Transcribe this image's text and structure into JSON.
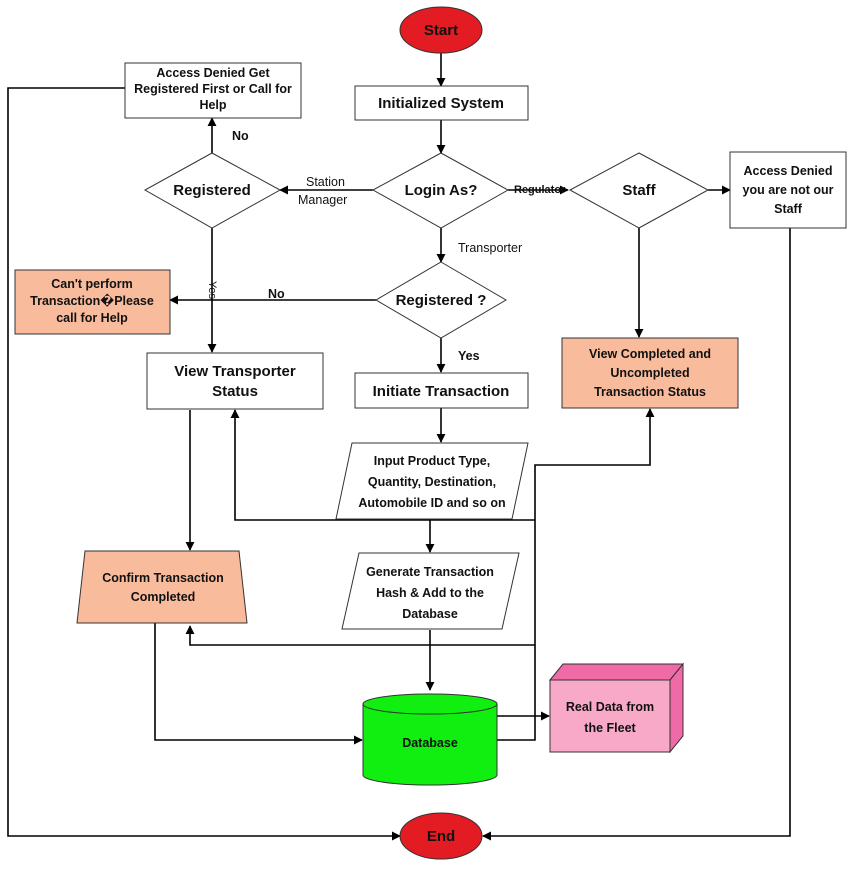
{
  "colors": {
    "terminal": "#e31b23",
    "highlight": "#f8bb9c",
    "database": "#10ef10",
    "fleet_front": "#f9a9c8",
    "fleet_side": "#f06aa8",
    "plain": "#ffffff",
    "line": "#000000"
  },
  "nodes": {
    "start": "Start",
    "init": "Initialized System",
    "login": "Login As?",
    "registered_left": "Registered",
    "registered_center": "Registered ?",
    "staff": "Staff",
    "access_denied_register": [
      "Access Denied Get",
      "Registered First or Call for",
      "Help"
    ],
    "access_denied_staff": [
      "Access Denied",
      "you are not our",
      "Staff"
    ],
    "cant_perform": [
      "Can't perform",
      "Transaction�Please",
      "call for Help"
    ],
    "view_transporter": [
      "View Transporter",
      "Status"
    ],
    "initiate": "Initiate Transaction",
    "view_completed": [
      "View Completed and",
      "Uncompleted",
      "Transaction Status"
    ],
    "input_product": [
      "Input Product Type,",
      "Quantity, Destination,",
      "Automobile ID and so on"
    ],
    "generate_hash": [
      "Generate Transaction",
      "Hash & Add to the",
      "Database"
    ],
    "confirm": [
      "Confirm Transaction",
      "Completed"
    ],
    "database": "Database",
    "fleet": [
      "Real Data from",
      "the Fleet"
    ],
    "end": "End"
  },
  "edge_labels": {
    "no_top": "No",
    "station_manager": [
      "Station",
      "Manager"
    ],
    "regulator": "Regulator",
    "transporter": "Transporter",
    "yes_left": "Yes",
    "no_middle": "No",
    "yes_center": "Yes"
  }
}
